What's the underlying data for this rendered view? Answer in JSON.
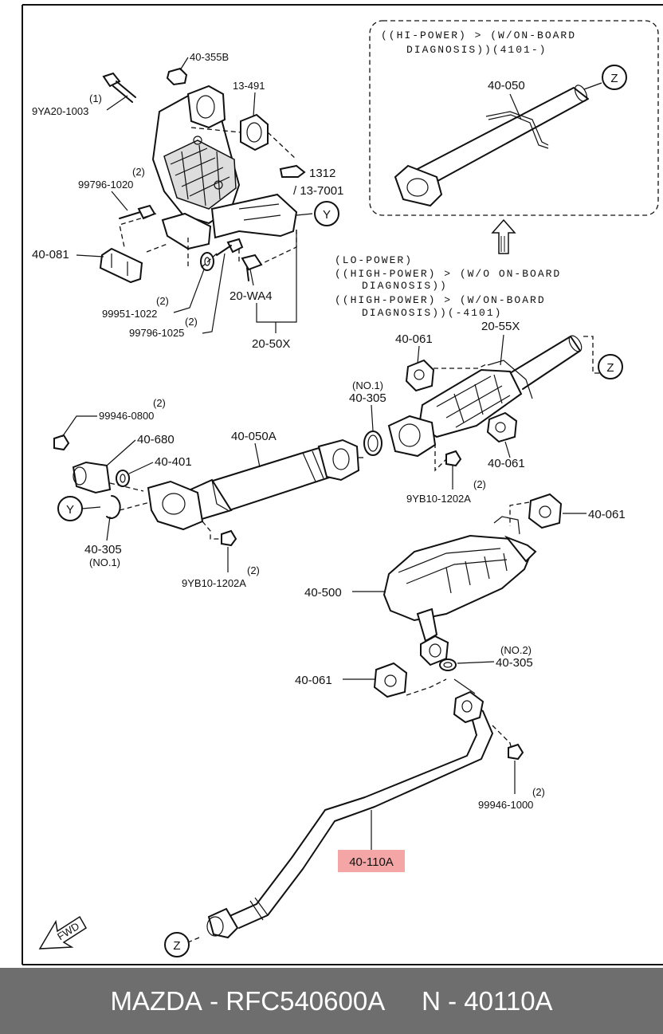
{
  "labels": {
    "l_40_355B": "40-355B",
    "l_13_491": "13-491",
    "l_9YA20_qty": "(1)",
    "l_9YA20": "9YA20-1003",
    "l_1312": "1312",
    "l_13_7001": "/ 13-7001",
    "l_99796_1020_qty": "(2)",
    "l_99796_1020": "99796-1020",
    "l_40_081": "40-081",
    "l_99951_qty": "(2)",
    "l_99951": "99951-1022",
    "l_99796_1025_qty": "(2)",
    "l_99796_1025": "99796-1025",
    "l_20_WA4": "20-WA4",
    "l_20_50X": "20-50X",
    "l_40_050": "40-050",
    "l_40_061_a": "40-061",
    "l_20_55X": "20-55X",
    "l_40_305_top_note": "(NO.1)",
    "l_40_305_top": "40-305",
    "l_40_061_b": "40-061",
    "l_9YB10_r_qty": "(2)",
    "l_9YB10_r": "9YB10-1202A",
    "l_99946_0800_qty": "(2)",
    "l_99946_0800": "99946-0800",
    "l_40_680": "40-680",
    "l_40_050A": "40-050A",
    "l_40_401": "40-401",
    "l_40_305_left": "40-305",
    "l_40_305_left_note": "(NO.1)",
    "l_9YB10_l_qty": "(2)",
    "l_9YB10_l": "9YB10-1202A",
    "l_40_061_c": "40-061",
    "l_40_500": "40-500",
    "l_40_305_no2_note": "(NO.2)",
    "l_40_305_no2": "40-305",
    "l_40_061_d": "40-061",
    "l_99946_1000_qty": "(2)",
    "l_99946_1000": "99946-1000",
    "l_40_110A": "40-110A"
  },
  "callouts": {
    "y_top": "Y",
    "y_left": "Y",
    "z_inset": "Z",
    "z_mid": "Z",
    "z_bottom": "Z"
  },
  "notes": {
    "inset_line1": "((HI-POWER) > (W/ON-BOARD",
    "inset_line2": "DIAGNOSIS))(4101-)",
    "mid_line1": "(LO-POWER)",
    "mid_line2": "((HIGH-POWER) > (W/O ON-BOARD",
    "mid_line3": "DIAGNOSIS))",
    "mid_line4": "((HIGH-POWER) > (W/ON-BOARD",
    "mid_line5": "DIAGNOSIS))(-4101)"
  },
  "fwd": "FWD",
  "highlight_color": "#f4a6a6",
  "footer": {
    "brand": "MAZDA",
    "sep1": " - ",
    "part_number": "RFC540600A",
    "gap": "     ",
    "n_label": "N",
    "sep2": " - ",
    "n_value": "40110A"
  }
}
